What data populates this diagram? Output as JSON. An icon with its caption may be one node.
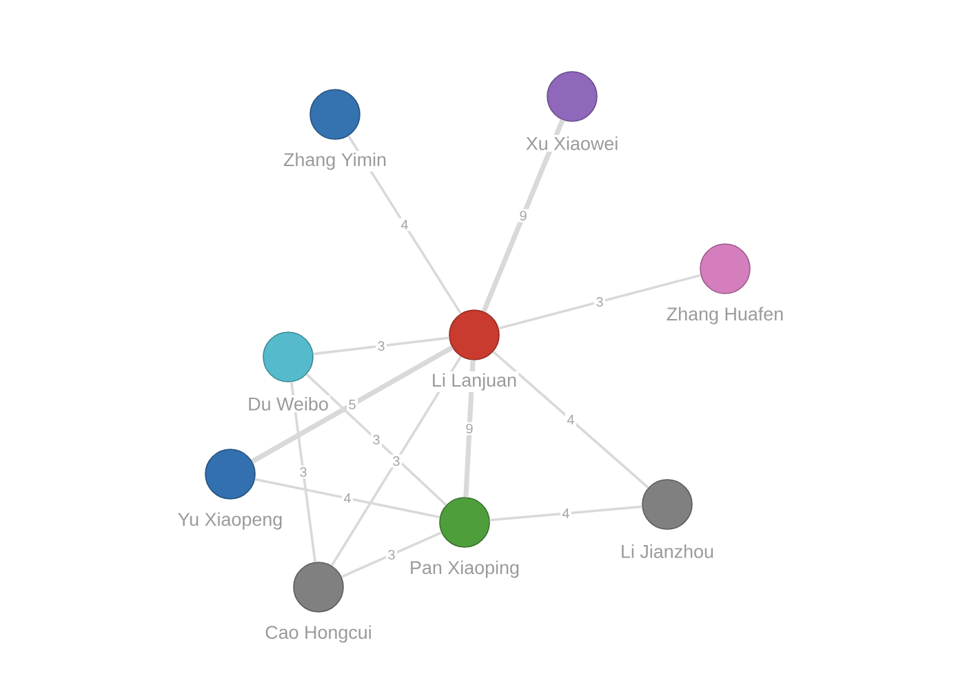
{
  "diagram": {
    "nodes": [
      {
        "text": [
          "Zhang Yimin"
        ]
      },
      {
        "text": [
          "Xu Xiaowei"
        ]
      },
      {
        "text": [
          "Zhang Huafen"
        ]
      },
      {
        "text": [
          "Li Lanjuan"
        ]
      },
      {
        "text": [
          "Du Weibo"
        ]
      },
      {
        "text": [
          "Yu Xiaopeng"
        ]
      },
      {
        "text": [
          "Pan Xiaoping"
        ]
      },
      {
        "text": [
          "Li Jianzhou"
        ]
      },
      {
        "text": [
          "Cao Hongcui"
        ]
      }
    ],
    "edges": [
      {
        "from": 3,
        "to": 0,
        "arrow": "none",
        "label": "4"
      },
      {
        "from": 3,
        "to": 1,
        "arrow": "none",
        "label": "9",
        "style": "thick"
      },
      {
        "from": 3,
        "to": 2,
        "arrow": "none",
        "label": "3"
      },
      {
        "from": 3,
        "to": 4,
        "arrow": "none",
        "label": "3"
      },
      {
        "from": 3,
        "to": 5,
        "arrow": "none",
        "label": "5",
        "style": "thick"
      },
      {
        "from": 3,
        "to": 6,
        "arrow": "none",
        "label": "9",
        "style": "thick"
      },
      {
        "from": 3,
        "to": 7,
        "arrow": "none",
        "label": "4"
      },
      {
        "from": 3,
        "to": 8,
        "arrow": "none",
        "label": "3"
      },
      {
        "from": 4,
        "to": 6,
        "arrow": "none",
        "label": "3"
      },
      {
        "from": 4,
        "to": 8,
        "arrow": "none",
        "label": "3"
      },
      {
        "from": 5,
        "to": 6,
        "arrow": "none",
        "label": "4"
      },
      {
        "from": 6,
        "to": 7,
        "arrow": "none",
        "label": "4"
      },
      {
        "from": 6,
        "to": 8,
        "arrow": "none",
        "label": "3"
      }
    ]
  }
}
